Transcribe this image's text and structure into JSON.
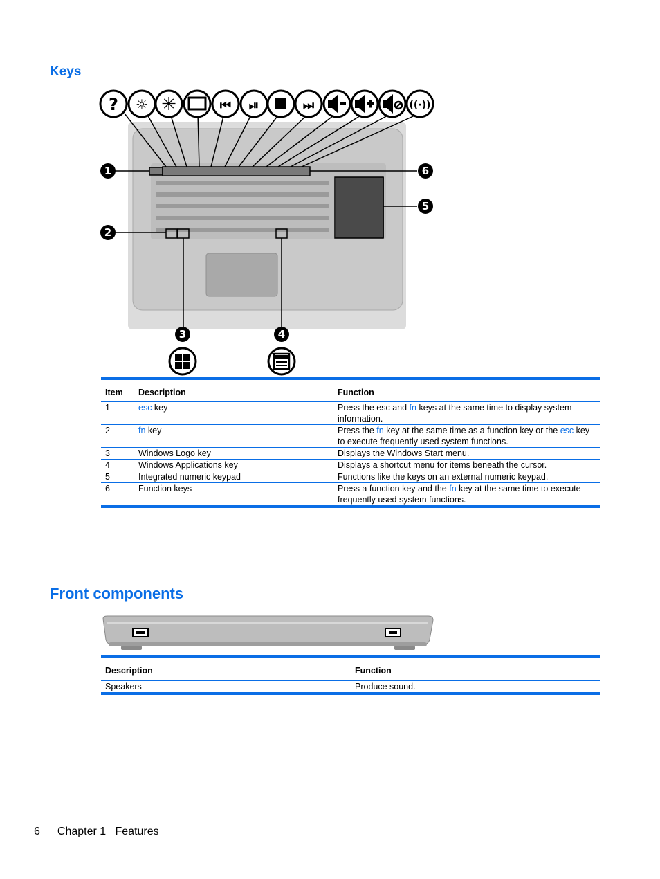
{
  "keys_heading": "Keys",
  "front_heading": "Front components",
  "keys_table": {
    "headers": {
      "item": "Item",
      "description": "Description",
      "function": "Function"
    },
    "rows": [
      {
        "item": "1",
        "desc_hl": "esc",
        "desc": " key",
        "fn_1": "Press the esc and ",
        "fn_hl": "fn",
        "fn_2": " keys at the same time to display system information."
      },
      {
        "item": "2",
        "desc_hl": "fn",
        "desc": " key",
        "fn_1": "Press the ",
        "fn_hl": "fn",
        "fn_2": " key at the same time as a function key or the ",
        "fn_hl2": "esc",
        "fn_3": " key to execute frequently used system functions."
      },
      {
        "item": "3",
        "desc": "Windows Logo key",
        "fn": "Displays the Windows Start menu."
      },
      {
        "item": "4",
        "desc": "Windows Applications key",
        "fn": "Displays a shortcut menu for items beneath the cursor."
      },
      {
        "item": "5",
        "desc": "Integrated numeric keypad",
        "fn": "Functions like the keys on an external numeric keypad."
      },
      {
        "item": "6",
        "desc": "Function keys",
        "fn_1": "Press a function key and the ",
        "fn_hl": "fn",
        "fn_2": " key at the same time to execute frequently used system functions."
      }
    ]
  },
  "front_table": {
    "headers": {
      "description": "Description",
      "function": "Function"
    },
    "rows": [
      {
        "desc": "Speakers",
        "fn": "Produce sound."
      }
    ]
  },
  "callouts": [
    "1",
    "2",
    "3",
    "4",
    "5",
    "6"
  ],
  "function_key_icons": [
    "help-icon",
    "brightness-down-icon",
    "brightness-up-icon",
    "display-switch-icon",
    "previous-track-icon",
    "play-pause-icon",
    "stop-icon",
    "next-track-icon",
    "volume-down-icon",
    "volume-up-icon",
    "mute-icon",
    "wireless-icon"
  ],
  "footer": {
    "page": "6",
    "chapter": "Chapter 1   Features"
  },
  "colors": {
    "accent": "#0a6ee6"
  }
}
